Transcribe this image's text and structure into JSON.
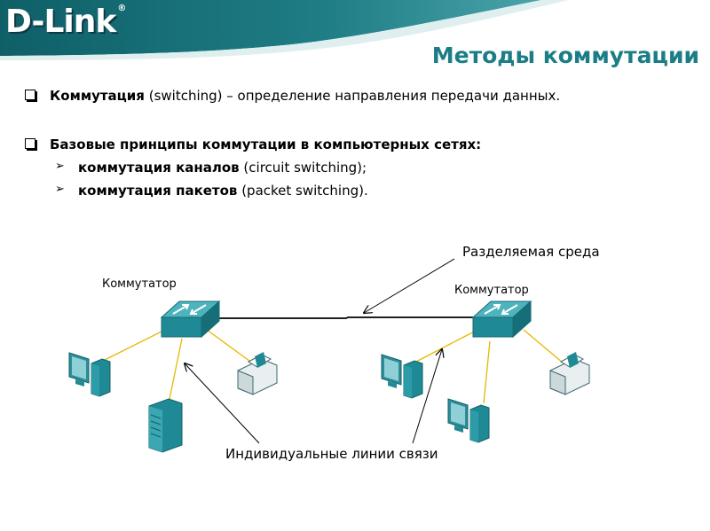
{
  "header": {
    "logo_text": "D-Link",
    "logo_reg": "®",
    "title": "Методы коммутации",
    "band_color": "#1f7d85"
  },
  "content": {
    "p1": {
      "bold": "Коммутация",
      "rest": " (switching) – определение направления передачи данных."
    },
    "p2": {
      "bold": "Базовые принципы коммутации в компьютерных сетях:"
    },
    "sub1": {
      "bold": "коммутация каналов",
      "rest": " (circuit switching);"
    },
    "sub2": {
      "bold": "коммутация пакетов",
      "rest": " (packet switching)."
    }
  },
  "diagram": {
    "switch_left_label": "Коммутатор",
    "switch_right_label": "Коммутатор",
    "shared_medium_label": "Разделяемая среда",
    "individual_lines_label": "Индивидуальные линии связи",
    "switch_color": "#1f8a96",
    "link_color": "#e6b800"
  }
}
